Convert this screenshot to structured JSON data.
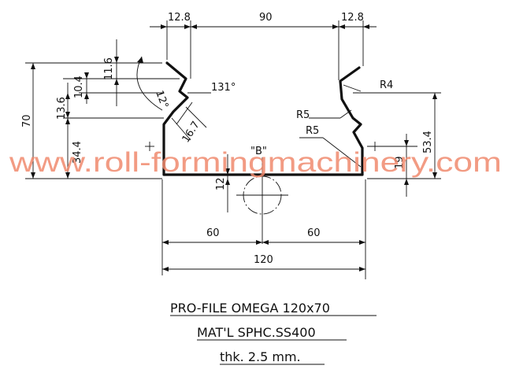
{
  "dimensions": {
    "top_left_flange": "12.8",
    "top_width": "90",
    "top_right_flange": "12.8",
    "overall_height": "70",
    "lip_height": "11.6",
    "offset_height": "10.4",
    "step_height": "13.6",
    "lower_height": "34.4",
    "angle_left": "12°",
    "angle_bend": "131°",
    "slant_length": "16.7",
    "radius_4": "R4",
    "radius_5a": "R5",
    "radius_5b": "R5",
    "right_height": "53.4",
    "right_lower": "19",
    "bottom_offset": "12",
    "half_left": "60",
    "half_right": "60",
    "total_width": "120",
    "detail_label": "\"B\""
  },
  "watermark": "www.roll-formingmachinery.com",
  "title_lines": {
    "line1": "PRO-FILE OMEGA 120x70",
    "line2": "MAT'L SPHC.SS400",
    "line3": "thk. 2.5 mm."
  },
  "colors": {
    "line": "#111111",
    "watermark": "#f08a6e",
    "background": "#ffffff"
  }
}
